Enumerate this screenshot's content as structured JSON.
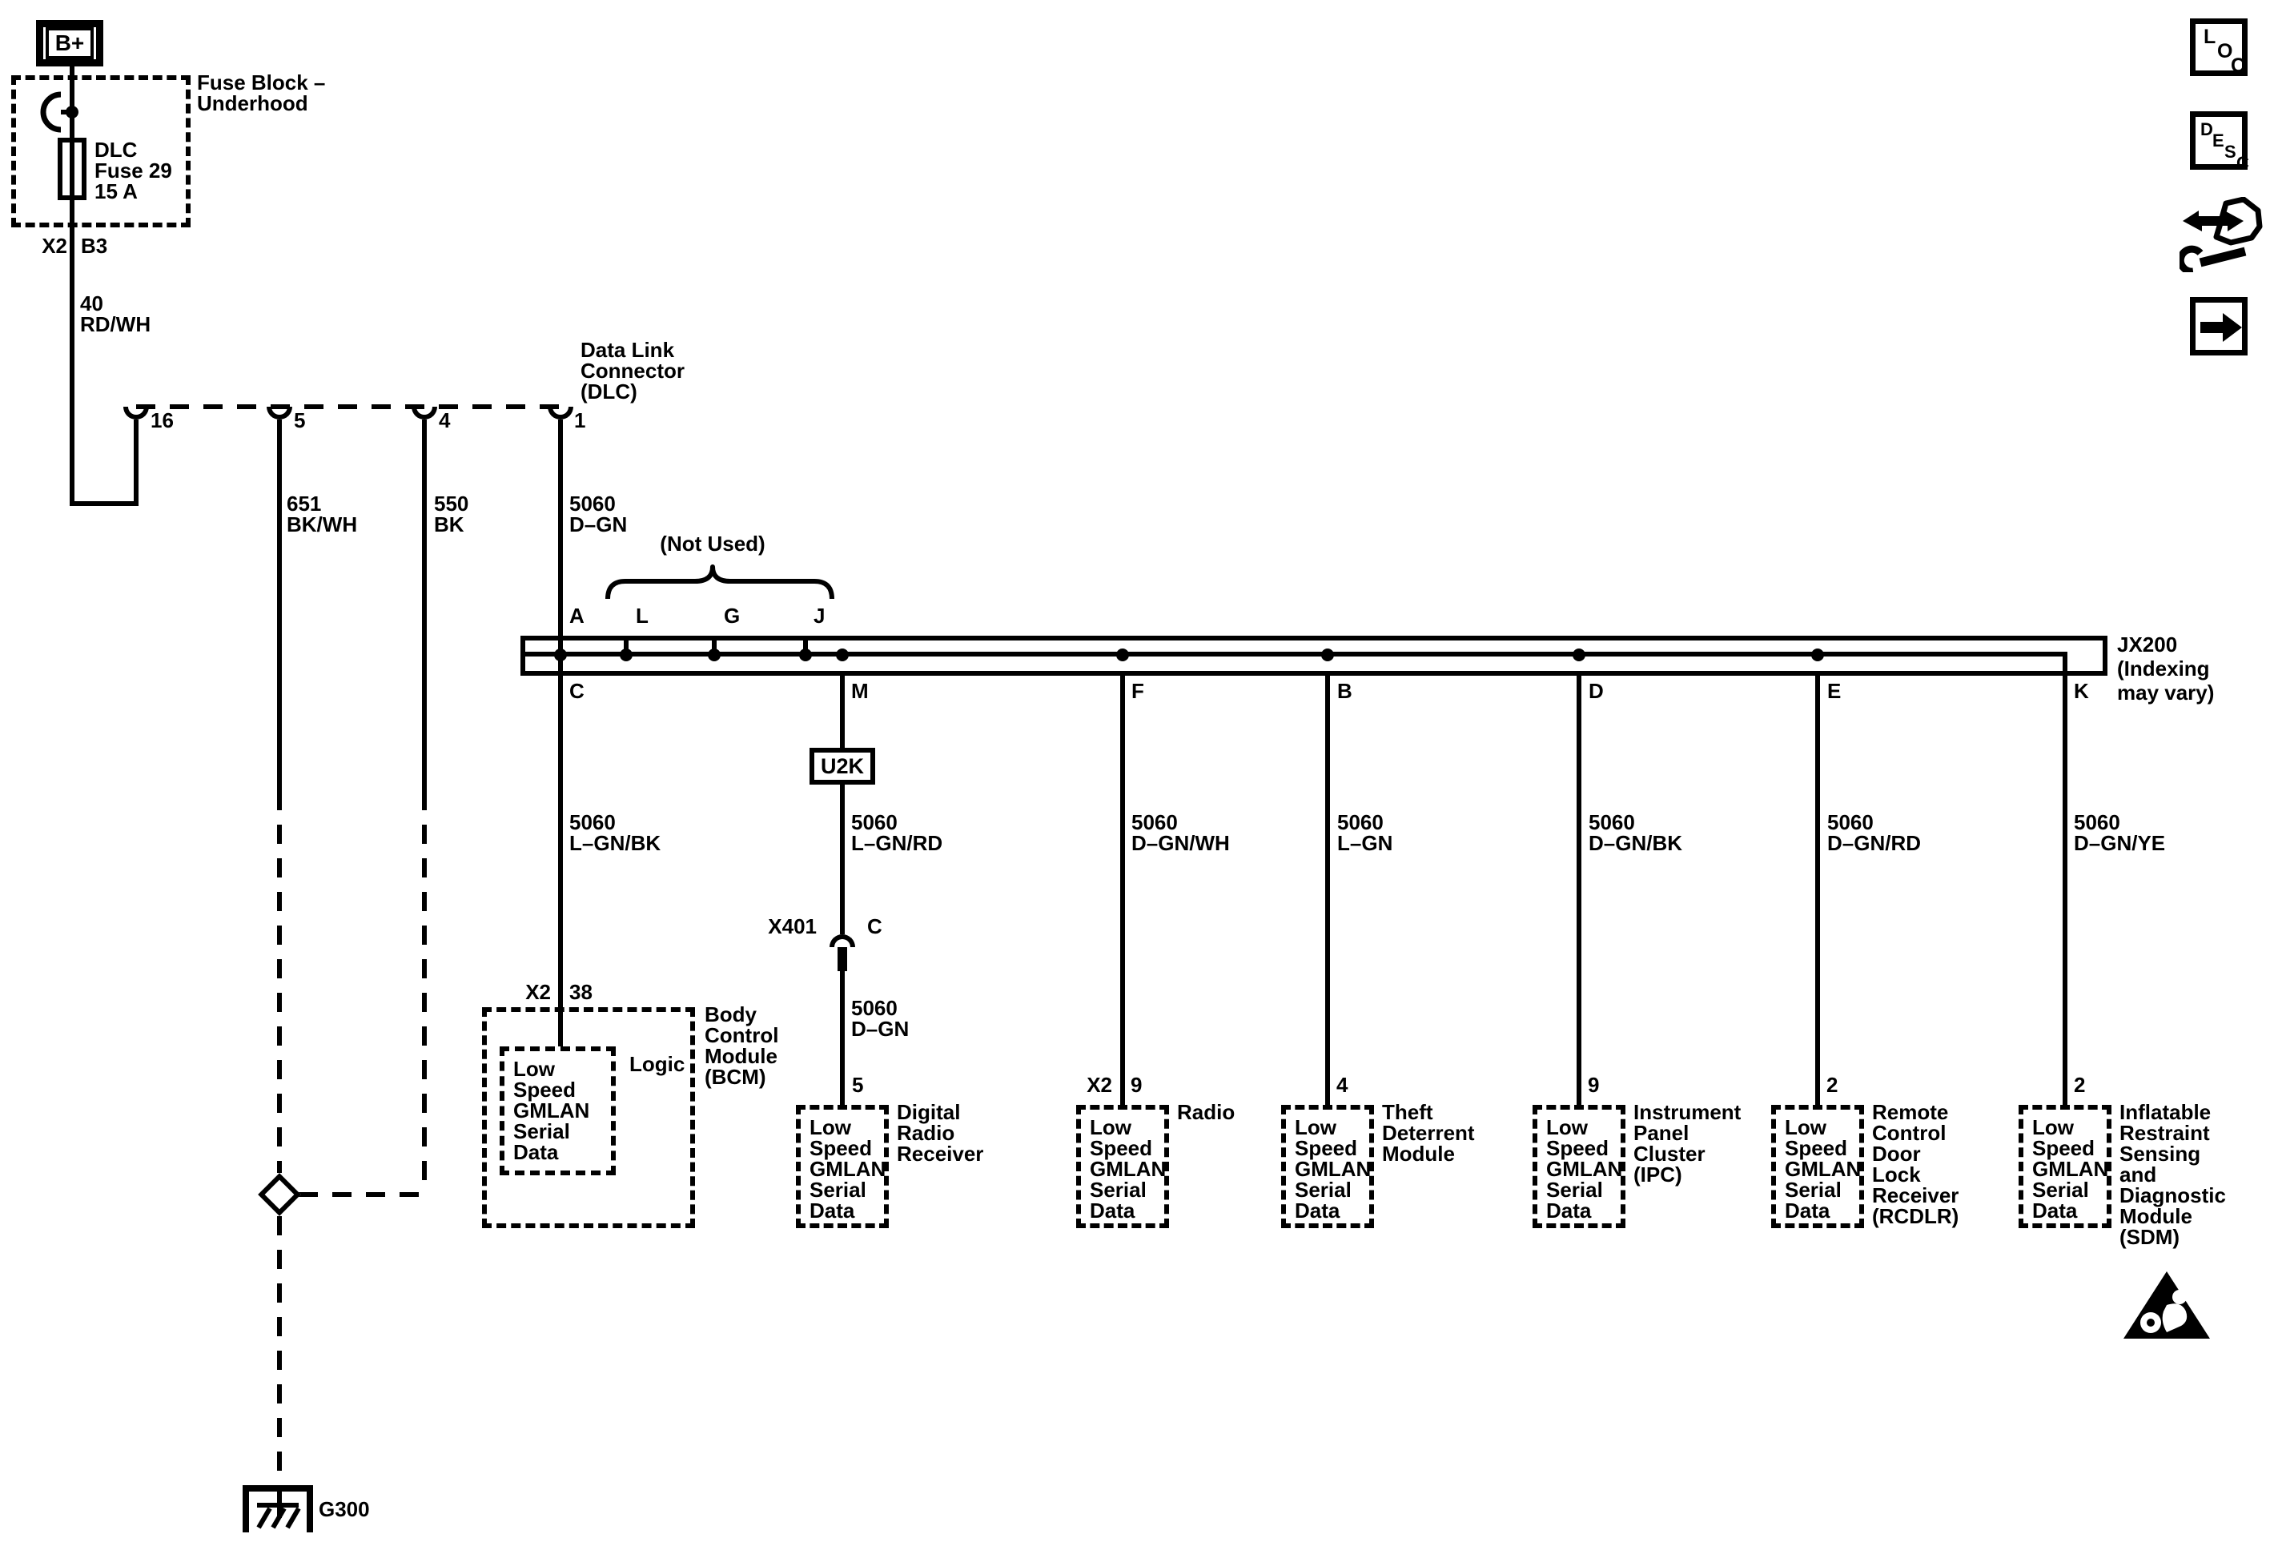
{
  "power_feed": {
    "b_plus": "B+",
    "fuse_block_name": [
      "Fuse Block –",
      "Underhood"
    ],
    "fuse": [
      "DLC",
      "Fuse 29",
      "15 A"
    ],
    "connector": {
      "x2": "X2",
      "pin": "B3"
    },
    "wire_40": [
      "40",
      "RD/WH"
    ]
  },
  "dlc": {
    "title": [
      "Data Link",
      "Connector",
      "(DLC)"
    ],
    "pin_16": "16",
    "pin_5": "5",
    "pin_4": "4",
    "pin_1": "1",
    "wire_651": [
      "651",
      "BK/WH"
    ],
    "wire_550": [
      "550",
      "BK"
    ],
    "wire_5060": [
      "5060",
      "D–GN"
    ]
  },
  "jx200": {
    "label": [
      "JX200",
      "(Indexing",
      "may vary)"
    ],
    "not_used": "(Not Used)",
    "pin_a": "A",
    "pin_l": "L",
    "pin_g": "G",
    "pin_j": "J",
    "pin_c": "C",
    "pin_m": "M",
    "pin_f": "F",
    "pin_b": "B",
    "pin_d": "D",
    "pin_e": "E",
    "pin_k": "K"
  },
  "u2k_label": "U2K",
  "x401": {
    "label": "X401",
    "pin": "C"
  },
  "wires": {
    "lgnbk": [
      "5060",
      "L–GN/BK"
    ],
    "lgnrd": [
      "5060",
      "L–GN/RD"
    ],
    "dgn_lower": [
      "5060",
      "D–GN"
    ],
    "dgnwh": [
      "5060",
      "D–GN/WH"
    ],
    "lgn": [
      "5060",
      "L–GN"
    ],
    "dgnbk": [
      "5060",
      "D–GN/BK"
    ],
    "dgnrd": [
      "5060",
      "D–GN/RD"
    ],
    "dgnye": [
      "5060",
      "D–GN/YE"
    ]
  },
  "gmlan": [
    "Low",
    "Speed",
    "GMLAN",
    "Serial",
    "Data"
  ],
  "bcm": {
    "conn": "X2",
    "pin": "38",
    "logic": "Logic",
    "name": [
      "Body",
      "Control",
      "Module",
      "(BCM)"
    ]
  },
  "modules": {
    "drr": {
      "pin": "5",
      "name": [
        "Digital",
        "Radio",
        "Receiver"
      ]
    },
    "radio": {
      "conn": "X2",
      "pin": "9",
      "name": [
        "Radio"
      ]
    },
    "theft": {
      "pin": "4",
      "name": [
        "Theft",
        "Deterrent",
        "Module"
      ]
    },
    "ipc": {
      "pin": "9",
      "name": [
        "Instrument",
        "Panel",
        "Cluster",
        "(IPC)"
      ]
    },
    "rcdlr": {
      "pin": "2",
      "name": [
        "Remote",
        "Control",
        "Door",
        "Lock",
        "Receiver",
        "(RCDLR)"
      ]
    },
    "sdm": {
      "pin": "2",
      "name": [
        "Inflatable",
        "Restraint",
        "Sensing",
        "and",
        "Diagnostic",
        "Module",
        "(SDM)"
      ]
    }
  },
  "ground": {
    "label": "G300"
  },
  "toolbar": {
    "loc": [
      "L",
      "O",
      "C"
    ],
    "desc": [
      "D",
      "E",
      "S",
      "C"
    ],
    "icons": [
      "wrench-arrows-icon",
      "arrow-right-icon"
    ]
  },
  "warning_icon": "airbag-warning-icon",
  "colors": {
    "line": "#000000",
    "background": "#ffffff"
  }
}
